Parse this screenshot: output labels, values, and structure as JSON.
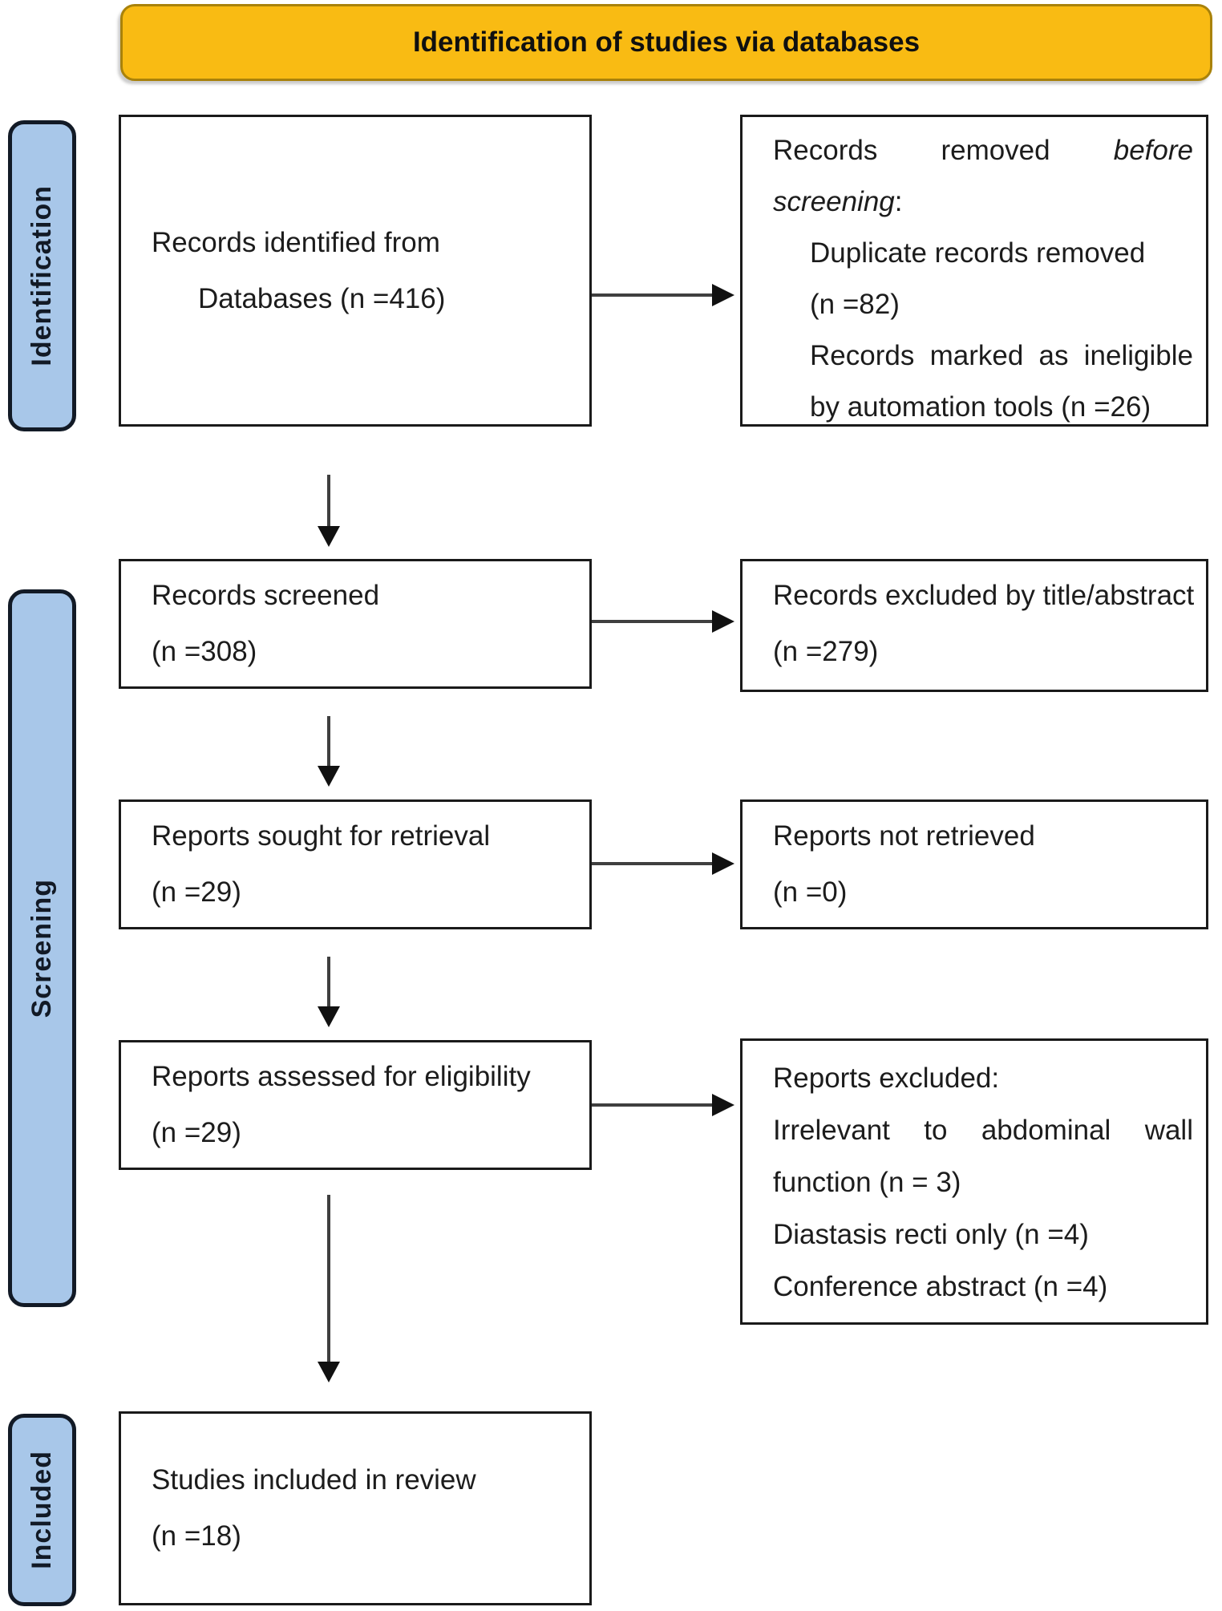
{
  "banner": {
    "title": "Identification of studies via databases"
  },
  "stages": {
    "identification": "Identification",
    "screening": "Screening",
    "included": "Included"
  },
  "boxes": {
    "records_identified": {
      "line1": "Records identified from",
      "line2": "Databases (n =416)"
    },
    "records_removed": {
      "line1_text": "Records removed",
      "line1_italic": "before",
      "line2_italic": "screening",
      "line2_suffix": ":",
      "item1_line1": "Duplicate records removed",
      "item1_line2": "(n =82)",
      "item2_line1": "Records marked as ineligible",
      "item2_line2": "by automation tools (n =26)"
    },
    "records_screened": {
      "line1": "Records screened",
      "line2": "(n =308)"
    },
    "records_excluded_title_abstract": {
      "line1": "Records excluded by title/abstract",
      "line2": "(n =279)"
    },
    "reports_sought": {
      "line1": "Reports sought for retrieval",
      "line2": "(n =29)"
    },
    "reports_not_retrieved": {
      "line1": "Reports not retrieved",
      "line2": "(n =0)"
    },
    "reports_assessed": {
      "line1": "Reports assessed for eligibility",
      "line2": "(n =29)"
    },
    "reports_excluded": {
      "line1": "Reports excluded:",
      "line2": "Irrelevant to abdominal wall",
      "line3": "function (n = 3)",
      "line4": "Diastasis recti only (n =4)",
      "line5": "Conference abstract (n =4)"
    },
    "studies_included": {
      "line1": "Studies included in review",
      "line2": "(n =18)"
    }
  },
  "colors": {
    "banner_fill": "#F9BB13",
    "banner_border": "#A9820A",
    "stage_fill": "#A8C7E9",
    "stage_border": "#121A26",
    "box_border": "#1A1A1A",
    "arrow_line": "#3F3F3F",
    "arrow_head": "#111111"
  }
}
